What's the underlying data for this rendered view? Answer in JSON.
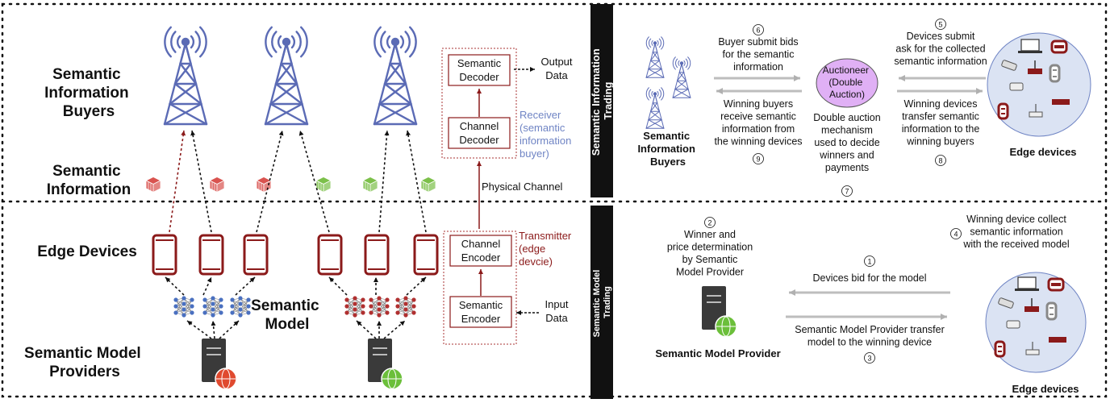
{
  "left": {
    "buyers_label": [
      "Semantic",
      "Information",
      "Buyers"
    ],
    "info_label": [
      "Semantic",
      "Information"
    ],
    "edge_label": "Edge Devices",
    "model_label": [
      "Semantic",
      "Model"
    ],
    "providers_label": [
      "Semantic Model",
      "Providers"
    ]
  },
  "pipeline": {
    "semantic_decoder": [
      "Semantic",
      "Decoder"
    ],
    "channel_decoder": [
      "Channel",
      "Decoder"
    ],
    "channel_encoder": [
      "Channel",
      "Encoder"
    ],
    "semantic_encoder": [
      "Semantic",
      "Encoder"
    ],
    "output": [
      "Output",
      "Data"
    ],
    "input": [
      "Input",
      "Data"
    ],
    "receiver": [
      "Receiver",
      "(semantic",
      "information",
      "buyer)"
    ],
    "transmitter": [
      "Transmitter",
      "(edge",
      "devcie)"
    ],
    "physical_channel": "Physical Channel"
  },
  "sit": {
    "side_label": [
      "Semantic Information",
      "Trading"
    ],
    "buyers_label": [
      "Semantic",
      "Information",
      "Buyers"
    ],
    "auctioneer": [
      "Auctioneer",
      "(Double",
      "Auction)"
    ],
    "step6": {
      "num": "6",
      "lines": [
        "Buyer submit bids",
        "for the semantic",
        "information"
      ]
    },
    "step5": {
      "num": "5",
      "lines": [
        "Devices submit",
        "ask for the collected",
        "semantic information"
      ]
    },
    "step9": {
      "num": "9",
      "lines": [
        "Winning buyers",
        "receive semantic",
        "information from",
        "the winning devices"
      ]
    },
    "step7": {
      "num": "7",
      "lines": [
        "Double auction",
        "mechanism",
        "used to decide",
        "winners and",
        "payments"
      ]
    },
    "step8": {
      "num": "8",
      "lines": [
        "Winning devices",
        "transfer semantic",
        "information to the",
        "winning buyers"
      ]
    },
    "edge_label": "Edge devices"
  },
  "smt": {
    "side_label": [
      "Semantic Model",
      "Trading"
    ],
    "step2": {
      "num": "2",
      "lines": [
        "Winner and",
        "price determination",
        "by Semantic",
        "Model Provider"
      ]
    },
    "step4": {
      "num": "4",
      "lines": [
        "Winning device collect",
        "semantic information",
        "with the received model"
      ]
    },
    "step1": {
      "num": "1",
      "lines": [
        "Devices bid for the model"
      ]
    },
    "step3": {
      "num": "3",
      "lines": [
        "Semantic Model Provider transfer",
        "model to the winning device"
      ]
    },
    "provider_label": "Semantic Model Provider",
    "edge_label": "Edge devices"
  },
  "colors": {
    "tower": "#5b6bb5",
    "device_red": "#8b1a1a",
    "cube_red": "#d9534f",
    "cube_green": "#7cc04a",
    "band": "#111111",
    "circle_fill": "#dbe3f3",
    "auctioneer": "#e0b0f5",
    "receiver_text": "#6f84c4",
    "transmitter_text": "#8b1a1a"
  }
}
